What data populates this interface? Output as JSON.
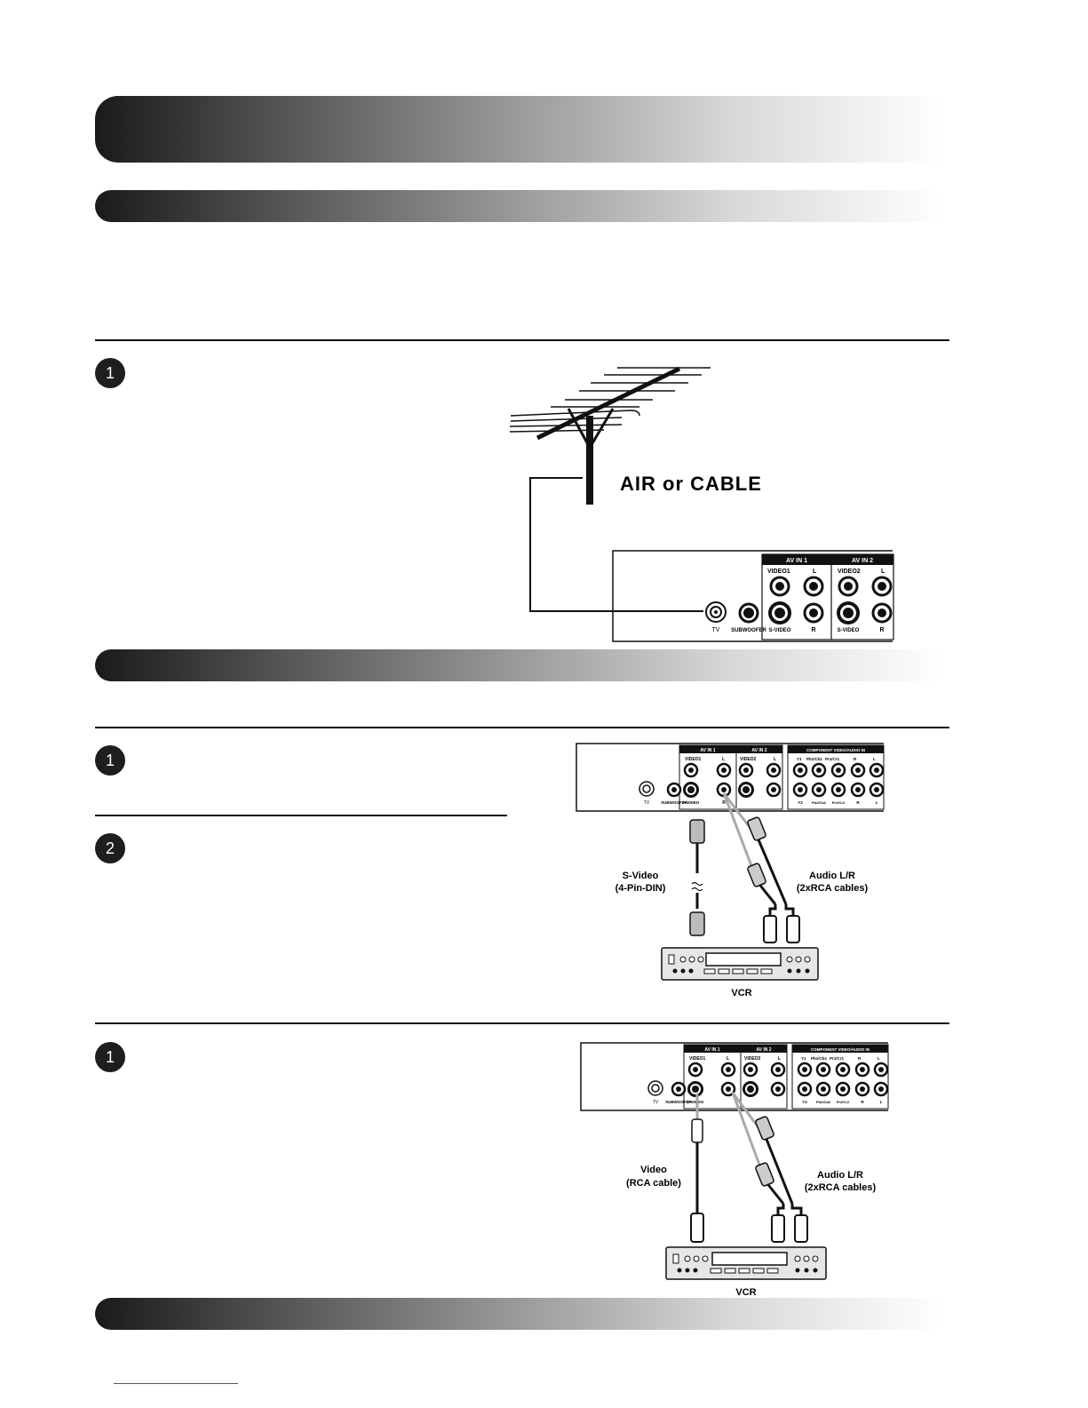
{
  "steps": {
    "one": "1",
    "two": "2"
  },
  "antenna_figure": {
    "label": "AIR or CABLE",
    "panel": {
      "av_in_1": "AV IN 1",
      "av_in_2": "AV IN 2",
      "video1": "VIDEO1",
      "video2": "VIDEO2",
      "l": "L",
      "r": "R",
      "svideo": "S-VIDEO",
      "tv": "TV",
      "subwoofer": "SUBWOOFER"
    }
  },
  "svideo_figure": {
    "panel": {
      "av_in_1": "AV IN 1",
      "av_in_2": "AV IN 2",
      "component": "COMPONENT VIDEO/AUDIO IN",
      "video1": "VIDEO1",
      "video2": "VIDEO2",
      "y1": "Y1",
      "pb1": "Pb1/Cb1",
      "pr1": "Pr1/Cr1",
      "y2": "Y2",
      "pb2": "Pb2/Cb2",
      "pr2": "Pr2/Cr2",
      "l": "L",
      "r": "R",
      "tv": "TV",
      "subwoofer": "SUBWOOFER",
      "svideo": "S-VIDEO"
    },
    "cable_left": [
      "S-Video",
      "(4-Pin-DIN)"
    ],
    "cable_right": [
      "Audio L/R",
      "(2xRCA cables)"
    ],
    "device": "VCR"
  },
  "video_figure": {
    "panel": {
      "av_in_1": "AV IN 1",
      "av_in_2": "AV IN 2",
      "component": "COMPONENT VIDEO/AUDIO IN",
      "video1": "VIDEO1",
      "video2": "VIDEO2",
      "y1": "Y1",
      "pb1": "Pb1/Cb1",
      "pr1": "Pr1/Cr1",
      "y2": "Y2",
      "pb2": "Pb2/Cb2",
      "pr2": "Pr2/Cr2",
      "l": "L",
      "r": "R",
      "tv": "TV",
      "subwoofer": "SUBWOOFER",
      "svideo": "S-VIDEO"
    },
    "cable_left": [
      "Video",
      "(RCA cable)"
    ],
    "cable_right": [
      "Audio L/R",
      "(2xRCA cables)"
    ],
    "device": "VCR"
  }
}
